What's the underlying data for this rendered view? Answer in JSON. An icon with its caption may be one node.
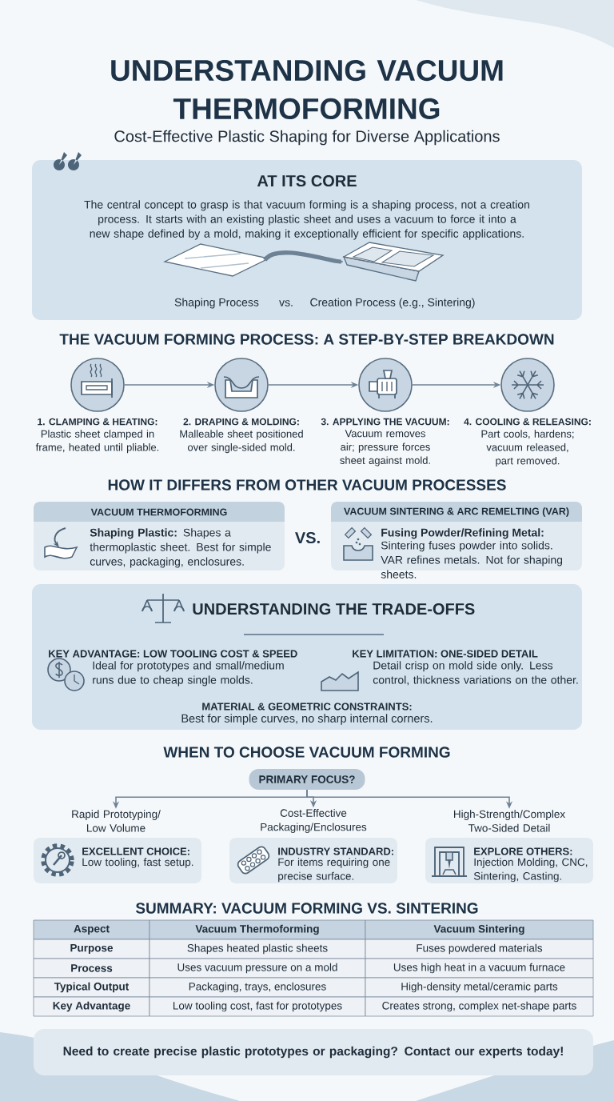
{
  "diagram": {
    "title": "UNDERSTANDING VACUUM THERMOFORMING",
    "nodes": [
      {
        "text": [
          "AT ITS CORE",
          "The central concept to grasp is that vacuum forming is a shaping process, not a creation process. It starts with an existing plastic sheet and uses a vacuum to force it into a new shape defined by a mold, making it exceptionally efficient for specific applications."
        ]
      },
      {
        "text": [],
        "shape": "picture",
        "in": 0
      },
      {
        "text": [],
        "shape": "picture",
        "in": 0
      },
      {
        "text": [
          "1. CLAMPING & HEATING:",
          "Plastic sheet clamped in frame, heated until pliable."
        ]
      },
      {
        "text": [
          "2. DRAPING & MOLDING:",
          "Malleable sheet positioned over single-sided mold."
        ]
      },
      {
        "text": [
          "3. APPLYING THE VACUUM:",
          "Vacuum removes air; pressure forces sheet against mold."
        ]
      },
      {
        "text": [
          "4. COOLING & RELEASING:",
          "Part cools, hardens; vacuum released, part removed."
        ]
      },
      {
        "text": [
          "VACUUM THERMOFORMING",
          "**Shaping Plastic:** Shapes a thermoplastic sheet. Best for simple curves, packaging, enclosures."
        ]
      },
      {
        "text": [
          "VACUUM SINTERING & ARC REMELTING (VAR)",
          "Fusing Powder/Refining Metal:",
          "Sintering fuses powder into solids. VAR refines metals. Not for shaping sheets."
        ]
      },
      {
        "text": [
          "UNDERSTANDING THE TRADE-OFFS",
          "KEY ADVANTAGE: LOW TOOLING COST & SPEED",
          "Ideal for prototypes and small/medium runs due to cheap single molds.",
          "KEY LIMITATION: ONE-SIDED DETAIL",
          "Detail crisp on mold side only. Less control, thickness variations on the other.",
          "MATERIAL & GEOMETRIC CONSTRAINTS:",
          "Best for simple curves, no sharp internal corners."
        ]
      },
      {
        "text": [
          "PRIMARY FOCUS?"
        ]
      },
      {
        "text": [
          "Rapid Prototyping/ Low Volume"
        ]
      },
      {
        "text": [
          "Cost-Effective Packaging/Enclosures"
        ]
      },
      {
        "text": [
          "High-Strength/Complex Two-Sided Detail"
        ]
      },
      {
        "text": [
          "EXCELLENT CHOICE:",
          "Low tooling, fast setup."
        ]
      },
      {
        "text": [
          "INDUSTRY STANDARD:",
          "For items requiring one precise surface."
        ]
      },
      {
        "text": [
          "EXPLORE OTHERS:",
          "Injection Molding, CNC, Sintering, Casting."
        ]
      },
      {
        "text": [
          "Need to create precise plastic prototypes or packaging? Contact our experts today!"
        ]
      }
    ],
    "edges": [
      {
        "from": 1,
        "to": 2,
        "arrow": "to",
        "style": "thick"
      },
      {
        "from": 3,
        "to": 4,
        "arrow": "to"
      },
      {
        "from": 4,
        "to": 5,
        "arrow": "to"
      },
      {
        "from": 5,
        "to": 6,
        "arrow": "to"
      },
      {
        "from": 10,
        "to": 11,
        "arrow": "to"
      },
      {
        "from": 10,
        "to": 12,
        "arrow": "to"
      },
      {
        "from": 10,
        "to": 13,
        "arrow": "to"
      }
    ],
    "labels": [
      "Cost-Effective Plastic Shaping for Diverse Applications",
      "Shaping Process",
      "vs.",
      "Creation Process (e.g., Sintering)",
      "THE VACUUM FORMING PROCESS: A STEP-BY-STEP BREAKDOWN",
      "HOW IT DIFFERS FROM OTHER VACUUM PROCESSES",
      "VS.",
      "WHEN TO CHOOSE VACUUM FORMING",
      "SUMMARY: VACUUM FORMING VS. SINTERING",
      "Aspect",
      "Vacuum Thermoforming",
      "Vacuum Sintering",
      "Purpose",
      "Shapes heated plastic sheets",
      "Fuses powdered materials",
      "Process",
      "Uses vacuum pressure on a mold",
      "Uses high heat in a vacuum furnace",
      "Typical Output",
      "Packaging, trays, enclosures",
      "High-density metal/ceramic parts",
      "Key Advantage",
      "Low tooling cost, fast for prototypes",
      "Creates strong, complex net-shape parts"
    ]
  }
}
